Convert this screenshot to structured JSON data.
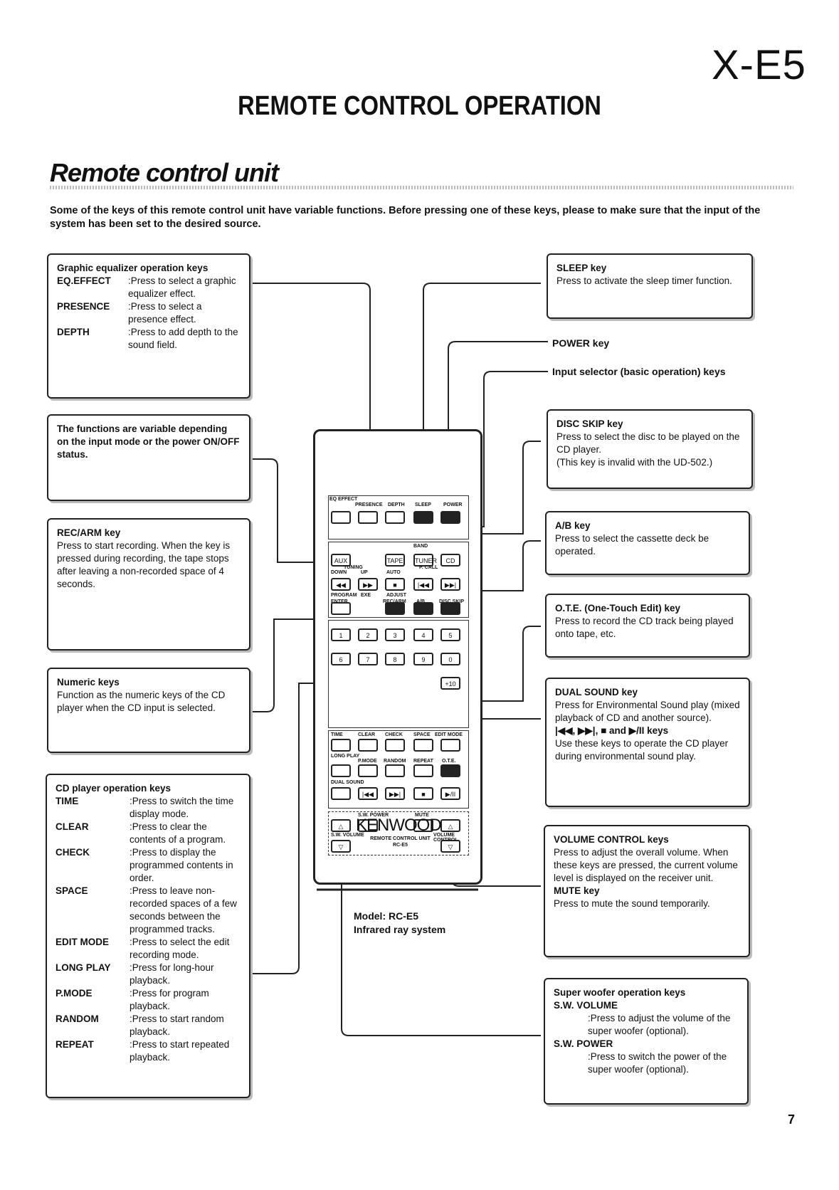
{
  "header": {
    "model_code": "X-E5",
    "heading": "REMOTE CONTROL OPERATION",
    "subtitle": "Remote control unit",
    "intro": "Some of the keys of this remote control unit have variable functions. Before pressing one of these keys, please to make sure that the input of the system has been set to the desired source."
  },
  "left_boxes": {
    "geq": {
      "title": "Graphic equalizer operation keys",
      "items": [
        {
          "key": "EQ.EFFECT",
          "desc": ":Press to select a graphic equalizer effect."
        },
        {
          "key": "PRESENCE",
          "desc": ":Press to select a presence effect."
        },
        {
          "key": "DEPTH",
          "desc": ":Press to add depth to the sound field."
        }
      ]
    },
    "variable": {
      "text": "The functions are variable depending on the input mode or the power ON/OFF status."
    },
    "rec_arm": {
      "title": "REC/ARM key",
      "text": "Press to start recording. When the key is pressed during recording, the tape stops after leaving a non-recorded space of 4 seconds."
    },
    "numeric": {
      "title": "Numeric keys",
      "text": "Function as the numeric keys of the CD player when the CD input is selected."
    },
    "cd": {
      "title": "CD player operation keys",
      "items": [
        {
          "key": "TIME",
          "desc": ":Press to switch the time display mode."
        },
        {
          "key": "CLEAR",
          "desc": ":Press to clear the contents of a program."
        },
        {
          "key": "CHECK",
          "desc": ":Press to display the programmed contents in order."
        },
        {
          "key": "SPACE",
          "desc": ":Press to leave non-recorded spaces of a few seconds between the programmed tracks."
        },
        {
          "key": "EDIT MODE",
          "desc": ":Press to select the edit recording mode."
        },
        {
          "key": "LONG PLAY",
          "desc": ":Press for long-hour playback."
        },
        {
          "key": "P.MODE",
          "desc": ":Press for program playback."
        },
        {
          "key": "RANDOM",
          "desc": ":Press to start random playback."
        },
        {
          "key": "REPEAT",
          "desc": ":Press to start repeated playback."
        }
      ]
    }
  },
  "right_boxes": {
    "sleep": {
      "title": "SLEEP key",
      "text": "Press to activate the sleep timer function."
    },
    "power_label": "POWER key",
    "input_label": "Input selector (basic operation) keys",
    "disc_skip": {
      "title": "DISC SKIP key",
      "text": "Press to select the disc to be played on the CD player.",
      "note": "(This key is invalid with the UD-502.)"
    },
    "ab": {
      "title": "A/B key",
      "text": "Press to select the cassette deck be operated."
    },
    "ote": {
      "title": "O.T.E. (One-Touch Edit) key",
      "text": "Press to record the CD track being played onto tape, etc."
    },
    "dual": {
      "title": "DUAL SOUND key",
      "text": "Press for Environmental Sound play (mixed playback of CD and another source).",
      "keys_line": "|◀◀, ▶▶|, ■ and ▶/II keys",
      "text2": "Use these keys to operate the CD player during environmental sound play."
    },
    "volume": {
      "title": "VOLUME CONTROL keys",
      "text": "Press to adjust the overall volume. When these keys are pressed, the current volume level is displayed on the receiver unit.",
      "mute_title": "MUTE key",
      "mute_text": "Press to mute the sound temporarily."
    },
    "woofer": {
      "title": "Super woofer operation keys",
      "items": [
        {
          "key": "S.W. VOLUME",
          "desc": ":Press to adjust the volume of the super woofer (optional)."
        },
        {
          "key": "S.W. POWER",
          "desc": ":Press to switch the power of the super woofer (optional)."
        }
      ]
    }
  },
  "remote": {
    "brand": "KENWOOD",
    "brand_sub1": "REMOTE CONTROL UNIT",
    "brand_sub2": "RC-E5",
    "model_line": "Model: RC-E5",
    "system_line": "Infrared ray system",
    "row1_labels": [
      "EQ EFFECT",
      "PRESENCE",
      "DEPTH",
      "SLEEP",
      "POWER"
    ],
    "input_keys": [
      "AUX",
      "TAPE",
      "TUNER",
      "CD"
    ],
    "numbers": [
      "1",
      "2",
      "3",
      "4",
      "5",
      "6",
      "7",
      "8",
      "9",
      "0",
      "+10"
    ],
    "cd_labels": [
      "TIME",
      "CLEAR",
      "CHECK",
      "SPACE",
      "EDIT MODE"
    ],
    "cd_labels2": [
      "LONG PLAY",
      "P.MODE",
      "RANDOM",
      "REPEAT",
      "O.T.E."
    ],
    "misc_labels": [
      "DUAL SOUND",
      "S.W. POWER",
      "MUTE",
      "S.W. VOLUME",
      "VOLUME CONTROL",
      "DOWN",
      "UP",
      "TUNING",
      "AUTO",
      "P. CALL",
      "PROGRAM",
      "EXE",
      "ADJUST",
      "ENTER",
      "REC/ARM",
      "A/B",
      "DISC SKIP",
      "BAND"
    ]
  },
  "page_number": "7"
}
